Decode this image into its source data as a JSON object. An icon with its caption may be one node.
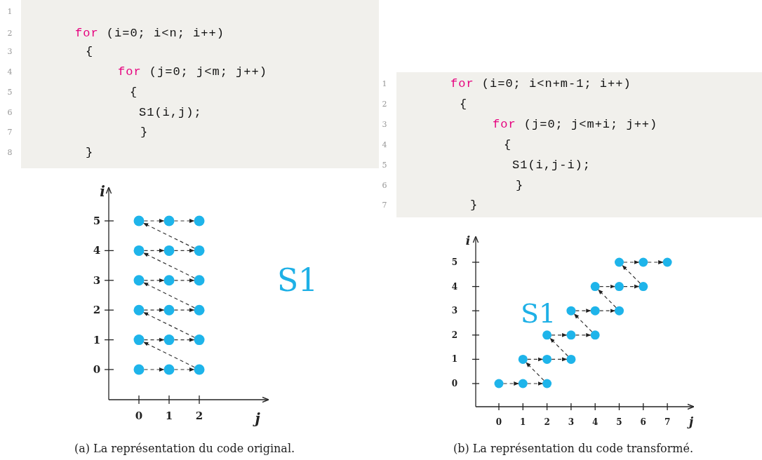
{
  "diagram": {
    "nodes": [
      {
        "text": [],
        "shape": "circle"
      },
      {
        "text": [],
        "shape": "circle"
      },
      {
        "text": [],
        "shape": "circle"
      },
      {
        "text": [],
        "shape": "circle"
      },
      {
        "text": [],
        "shape": "circle"
      },
      {
        "text": [],
        "shape": "circle"
      },
      {
        "text": [],
        "shape": "circle"
      },
      {
        "text": [],
        "shape": "circle"
      },
      {
        "text": [],
        "shape": "circle"
      },
      {
        "text": [],
        "shape": "circle"
      },
      {
        "text": [],
        "shape": "circle"
      },
      {
        "text": [],
        "shape": "circle"
      },
      {
        "text": [],
        "shape": "circle"
      },
      {
        "text": [],
        "shape": "circle"
      },
      {
        "text": [],
        "shape": "circle"
      },
      {
        "text": [],
        "shape": "circle"
      },
      {
        "text": [],
        "shape": "circle"
      },
      {
        "text": [],
        "shape": "circle"
      },
      {
        "text": [],
        "shape": "circle"
      },
      {
        "text": [],
        "shape": "circle"
      },
      {
        "text": [],
        "shape": "circle"
      },
      {
        "text": [],
        "shape": "circle"
      },
      {
        "text": [],
        "shape": "circle"
      },
      {
        "text": [],
        "shape": "circle"
      },
      {
        "text": [],
        "shape": "circle"
      },
      {
        "text": [],
        "shape": "circle"
      },
      {
        "text": [],
        "shape": "circle"
      },
      {
        "text": [],
        "shape": "circle"
      },
      {
        "text": [],
        "shape": "circle"
      },
      {
        "text": [],
        "shape": "circle"
      },
      {
        "text": [],
        "shape": "circle"
      },
      {
        "text": [],
        "shape": "circle"
      },
      {
        "text": [],
        "shape": "circle"
      },
      {
        "text": [],
        "shape": "circle"
      },
      {
        "text": [],
        "shape": "circle"
      },
      {
        "text": [],
        "shape": "circle"
      }
    ],
    "edges": [
      {
        "from": 15,
        "to": 16,
        "arrow": "to",
        "style": "dashed"
      },
      {
        "from": 16,
        "to": 17,
        "arrow": "to",
        "style": "dashed"
      },
      {
        "from": 17,
        "to": 12,
        "arrow": "to",
        "style": "dashed"
      },
      {
        "from": 12,
        "to": 13,
        "arrow": "to",
        "style": "dashed"
      },
      {
        "from": 13,
        "to": 14,
        "arrow": "to",
        "style": "dashed"
      },
      {
        "from": 14,
        "to": 9,
        "arrow": "to",
        "style": "dashed"
      },
      {
        "from": 9,
        "to": 10,
        "arrow": "to",
        "style": "dashed"
      },
      {
        "from": 10,
        "to": 11,
        "arrow": "to",
        "style": "dashed"
      },
      {
        "from": 11,
        "to": 6,
        "arrow": "to",
        "style": "dashed"
      },
      {
        "from": 6,
        "to": 7,
        "arrow": "to",
        "style": "dashed"
      },
      {
        "from": 7,
        "to": 8,
        "arrow": "to",
        "style": "dashed"
      },
      {
        "from": 8,
        "to": 3,
        "arrow": "to",
        "style": "dashed"
      },
      {
        "from": 3,
        "to": 4,
        "arrow": "to",
        "style": "dashed"
      },
      {
        "from": 4,
        "to": 5,
        "arrow": "to",
        "style": "dashed"
      },
      {
        "from": 5,
        "to": 0,
        "arrow": "to",
        "style": "dashed"
      },
      {
        "from": 0,
        "to": 1,
        "arrow": "to",
        "style": "dashed"
      },
      {
        "from": 1,
        "to": 2,
        "arrow": "to",
        "style": "dashed"
      },
      {
        "from": 33,
        "to": 34,
        "arrow": "to",
        "style": "dashed"
      },
      {
        "from": 34,
        "to": 35,
        "arrow": "to",
        "style": "dashed"
      },
      {
        "from": 35,
        "to": 30,
        "arrow": "to",
        "style": "dashed"
      },
      {
        "from": 30,
        "to": 31,
        "arrow": "to",
        "style": "dashed"
      },
      {
        "from": 31,
        "to": 32,
        "arrow": "to",
        "style": "dashed"
      },
      {
        "from": 32,
        "to": 27,
        "arrow": "to",
        "style": "dashed"
      },
      {
        "from": 27,
        "to": 28,
        "arrow": "to",
        "style": "dashed"
      },
      {
        "from": 28,
        "to": 29,
        "arrow": "to",
        "style": "dashed"
      },
      {
        "from": 29,
        "to": 24,
        "arrow": "to",
        "style": "dashed"
      },
      {
        "from": 24,
        "to": 25,
        "arrow": "to",
        "style": "dashed"
      },
      {
        "from": 25,
        "to": 26,
        "arrow": "to",
        "style": "dashed"
      },
      {
        "from": 26,
        "to": 21,
        "arrow": "to",
        "style": "dashed"
      },
      {
        "from": 21,
        "to": 22,
        "arrow": "to",
        "style": "dashed"
      },
      {
        "from": 22,
        "to": 23,
        "arrow": "to",
        "style": "dashed"
      },
      {
        "from": 23,
        "to": 18,
        "arrow": "to",
        "style": "dashed"
      },
      {
        "from": 18,
        "to": 19,
        "arrow": "to",
        "style": "dashed"
      },
      {
        "from": 19,
        "to": 20,
        "arrow": "to",
        "style": "dashed"
      }
    ],
    "labels": [
      "1",
      "2",
      "3",
      "4",
      "5",
      "6",
      "7",
      "8",
      "for (i=0; i<n; i++)",
      "{",
      "for (j=0; j<m; j++)",
      "{",
      "S1(i,j);",
      "}",
      "}",
      "1",
      "2",
      "3",
      "4",
      "5",
      "6",
      "7",
      "for (i=0; i<n+m-1; i++)",
      "{",
      "for (j=0; j<m+i; j++)",
      "{",
      "S1(i,j-i);",
      "}",
      "}",
      "i",
      "5",
      "4",
      "3",
      "2",
      "1",
      "0",
      "S1",
      "0",
      "1",
      "2",
      "j",
      "i",
      "5",
      "4",
      "3",
      "2",
      "1",
      "0",
      "S1",
      "0",
      "1",
      "2",
      "3",
      "4",
      "5",
      "6",
      "7",
      "j",
      "(a) La représentation du code original.",
      "(b) La représentation du code transformé."
    ]
  }
}
